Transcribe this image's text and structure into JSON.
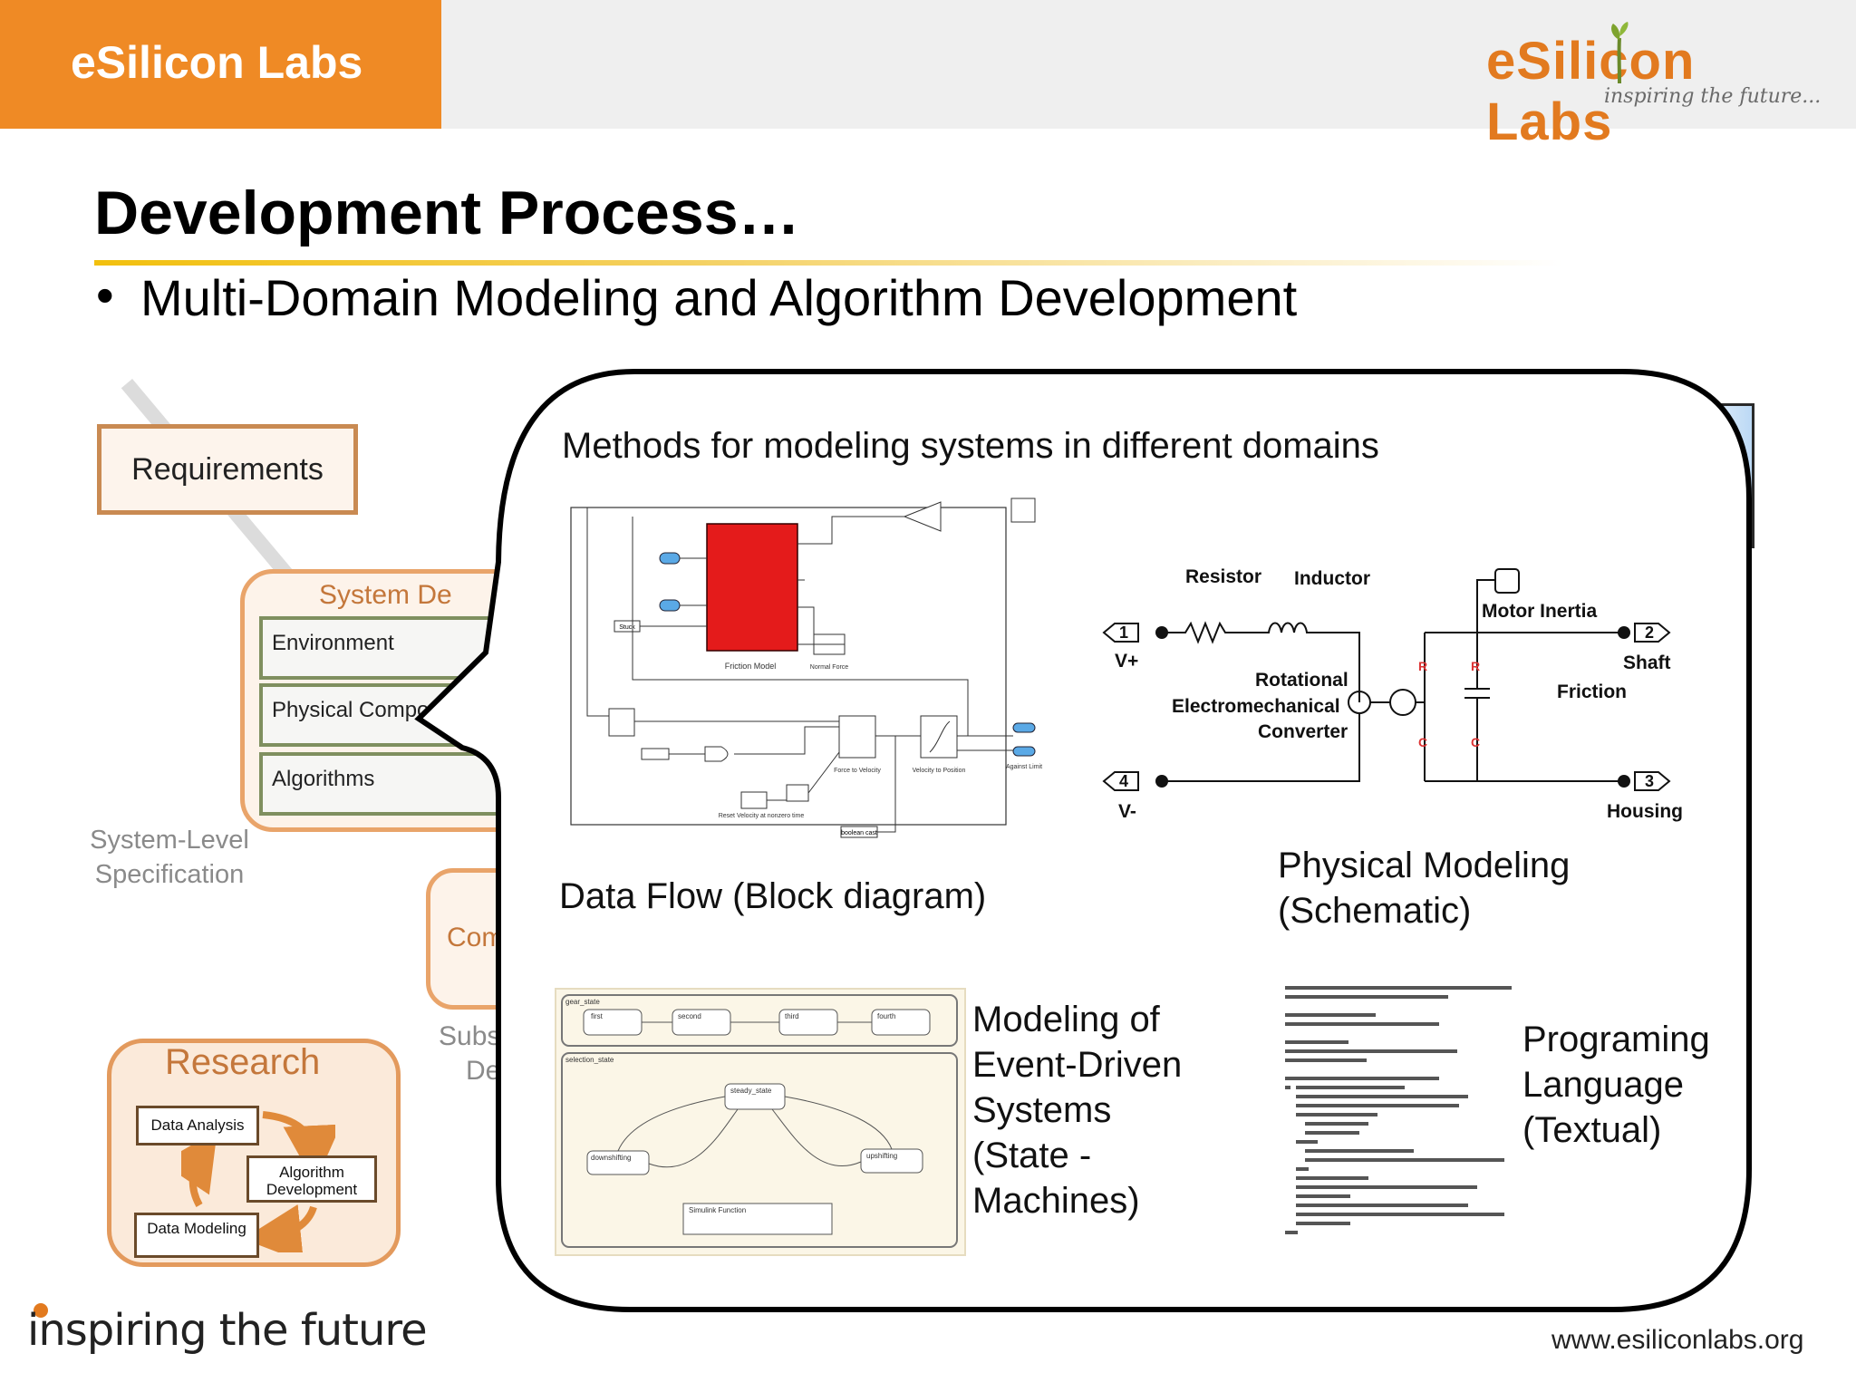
{
  "header": {
    "brand": "eSilicon Labs",
    "logo_text": "eSilicon Labs",
    "logo_tagline": "inspiring the future...",
    "brand_color": "#ef8a25"
  },
  "slide": {
    "title": "Development Process…",
    "bullet_glyph": "•",
    "bullet": "Multi-Domain Modeling and Algorithm Development"
  },
  "background_diagram": {
    "requirements": "Requirements",
    "system_design": "System De",
    "environment": "Environment",
    "physical_components": "Physical Compo",
    "algorithms": "Algorithms",
    "system_level_spec": "System-Level Specification",
    "component": "Com",
    "subsystem_line1": "Subs",
    "subsystem_line2": "De",
    "research": "Research",
    "data_analysis": "Data Analysis",
    "algorithm_development": "Algorithm Development",
    "data_modeling": "Data Modeling"
  },
  "callout": {
    "heading": "Methods for modeling systems in different domains",
    "dataflow_label": "Data Flow (Block diagram)",
    "physical_label_1": "Physical Modeling",
    "physical_label_2": "(Schematic)",
    "event_label": [
      "Modeling of",
      "Event-Driven",
      "Systems",
      "(State -",
      "Machines)"
    ],
    "prog_label": [
      "Programing",
      "Language",
      "(Textual)"
    ],
    "schematic": {
      "resistor": "Resistor",
      "inductor": "Inductor",
      "motor_inertia": "Motor Inertia",
      "rotational": "Rotational",
      "electromechanical": "Electromechanical",
      "converter": "Converter",
      "shaft": "Shaft",
      "friction": "Friction",
      "housing": "Housing",
      "vplus": "V+",
      "vminus": "V-",
      "port1": "1",
      "port2": "2",
      "port3": "3",
      "port4": "4"
    },
    "block_diagram": {
      "friction_model": "Friction Model",
      "normal_force": "Normal Force",
      "stuck_data": "Stuck",
      "force": "Force to Velocity",
      "velocity": "Velocity to Position",
      "against_limit": "Against Limit",
      "reset_velocity": "Reset Velocity at nonzero time",
      "cast": "boolean cast"
    },
    "state_machine": {
      "gear_state": "gear_state",
      "first": "first",
      "second": "second",
      "third": "third",
      "fourth": "fourth",
      "selection_state": "selection_state",
      "steady_state": "steady_state",
      "downshifting": "downshifting",
      "upshifting": "upshifting",
      "simulink_function": "Simulink Function"
    }
  },
  "footer": {
    "tagline": "inspiring the future",
    "url": "www.esiliconlabs.org"
  }
}
